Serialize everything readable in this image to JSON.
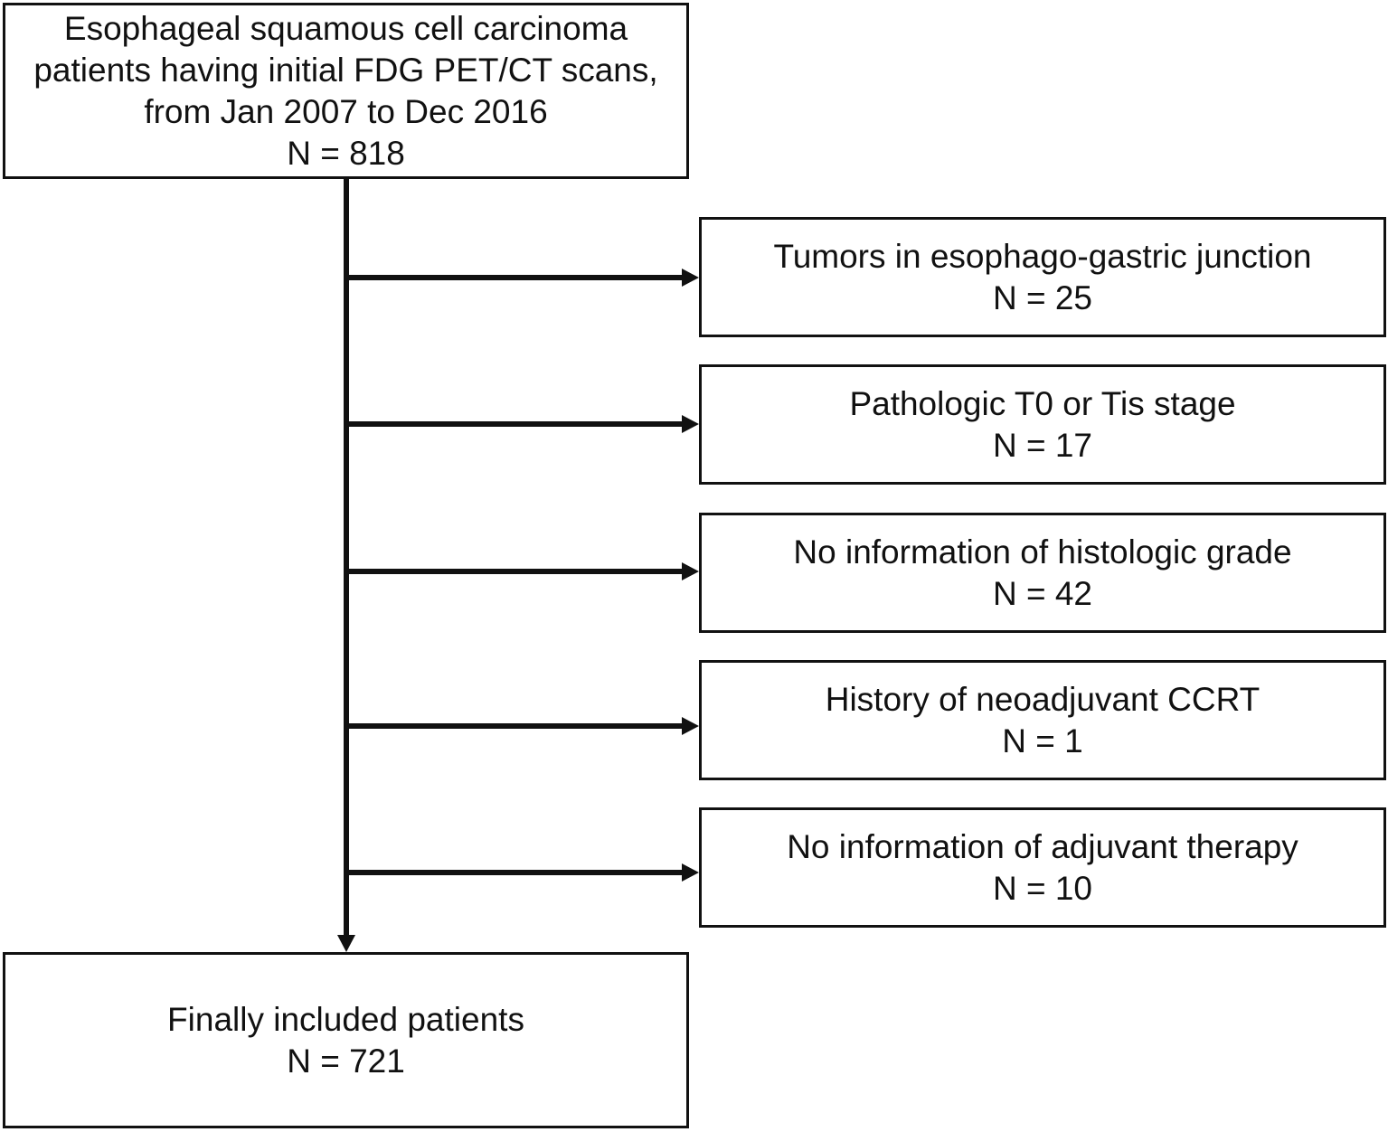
{
  "start": {
    "lines": [
      "Esophageal squamous cell carcinoma",
      "patients having initial FDG PET/CT scans,",
      "from Jan 2007 to Dec 2016"
    ],
    "count": "N = 818"
  },
  "exclusions": [
    {
      "label": "Tumors in esophago-gastric junction",
      "count": "N = 25"
    },
    {
      "label": "Pathologic T0 or Tis stage",
      "count": "N = 17"
    },
    {
      "label": "No information of histologic grade",
      "count": "N = 42"
    },
    {
      "label": "History of neoadjuvant CCRT",
      "count": "N = 1"
    },
    {
      "label": "No information of adjuvant therapy",
      "count": "N = 10"
    }
  ],
  "final": {
    "label": "Finally included patients",
    "count": "N = 721"
  }
}
